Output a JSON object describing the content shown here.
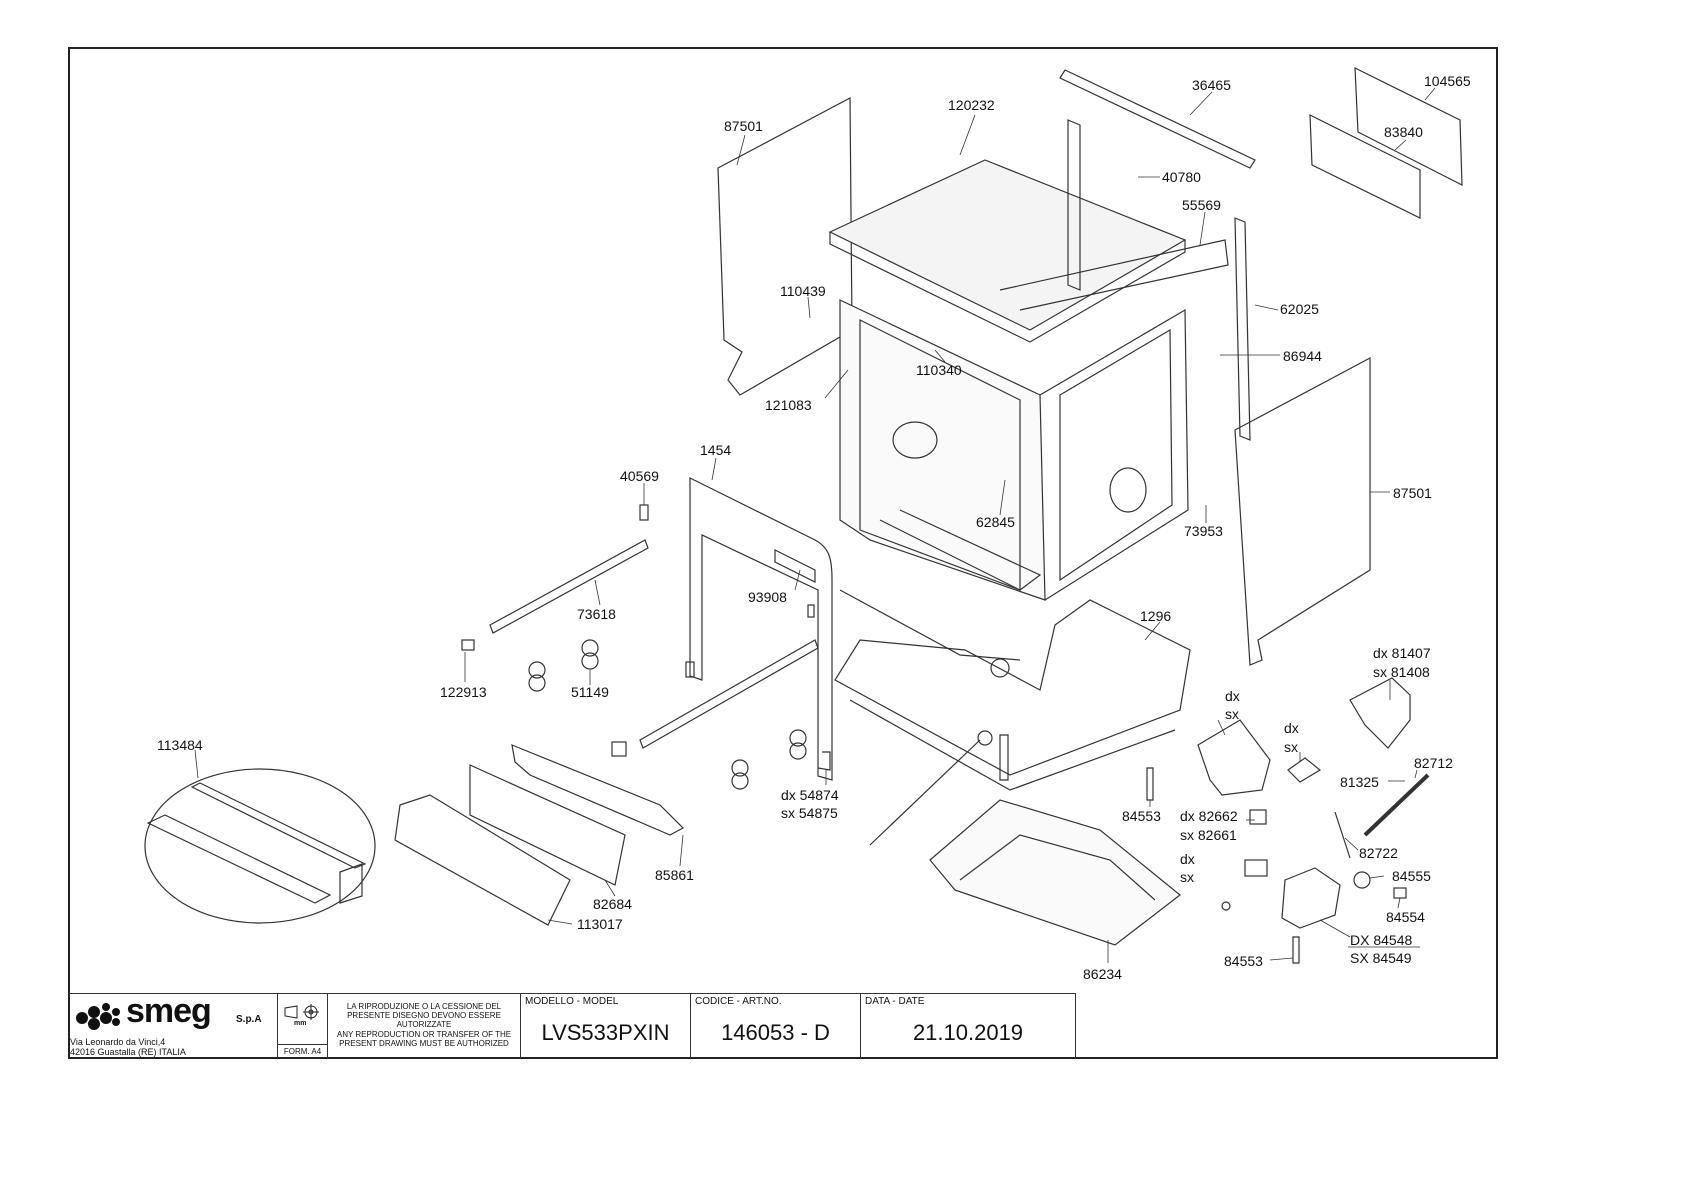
{
  "callouts": {
    "c87501_left": "87501",
    "c120232": "120232",
    "c36465": "36465",
    "c104565": "104565",
    "c83840": "83840",
    "c40780": "40780",
    "c55569": "55569",
    "c110439": "110439",
    "c62025": "62025",
    "c86944": "86944",
    "c110340": "110340",
    "c121083": "121083",
    "c1454": "1454",
    "c40569": "40569",
    "c87501_right": "87501",
    "c62845": "62845",
    "c73953": "73953",
    "c73618": "73618",
    "c93908": "93908",
    "c1296": "1296",
    "c122913": "122913",
    "c51149": "51149",
    "c81407": "dx 81407",
    "c81408": "sx 81408",
    "c_dx1": "dx",
    "c_sx1": "sx",
    "c_dx2": "dx",
    "c_sx2": "sx",
    "c113484": "113484",
    "c82712": "82712",
    "c81325": "81325",
    "c54874": "dx 54874",
    "c54875": "sx 54875",
    "c84553a": "84553",
    "c82662": "dx 82662",
    "c82661": "sx 82661",
    "c82722": "82722",
    "c85861": "85861",
    "c_dx3": "dx",
    "c_sx3": "sx",
    "c84555": "84555",
    "c82684": "82684",
    "c84554": "84554",
    "c113017": "113017",
    "c84548": "DX 84548",
    "c84549": "SX 84549",
    "c86234": "86234",
    "c84553b": "84553"
  },
  "titleblock": {
    "brand": "smeg",
    "company": "S.p.A",
    "address1": "Via Leonardo da Vinci,4",
    "address2": "42016  Guastalla (RE) ITALIA",
    "unit": "mm",
    "format": "FORM. A4",
    "notice_it": "LA RIPRODUZIONE O LA CESSIONE DEL PRESENTE DISEGNO DEVONO ESSERE AUTORIZZATE",
    "notice_en": "ANY REPRODUCTION OR TRANSFER OF THE PRESENT DRAWING MUST BE AUTHORIZED",
    "model_header": "MODELLO - MODEL",
    "model": "LVS533PXIN",
    "code_header": "CODICE - ART.NO.",
    "code": "146053 - D",
    "date_header": "DATA - DATE",
    "date": "21.10.2019"
  }
}
